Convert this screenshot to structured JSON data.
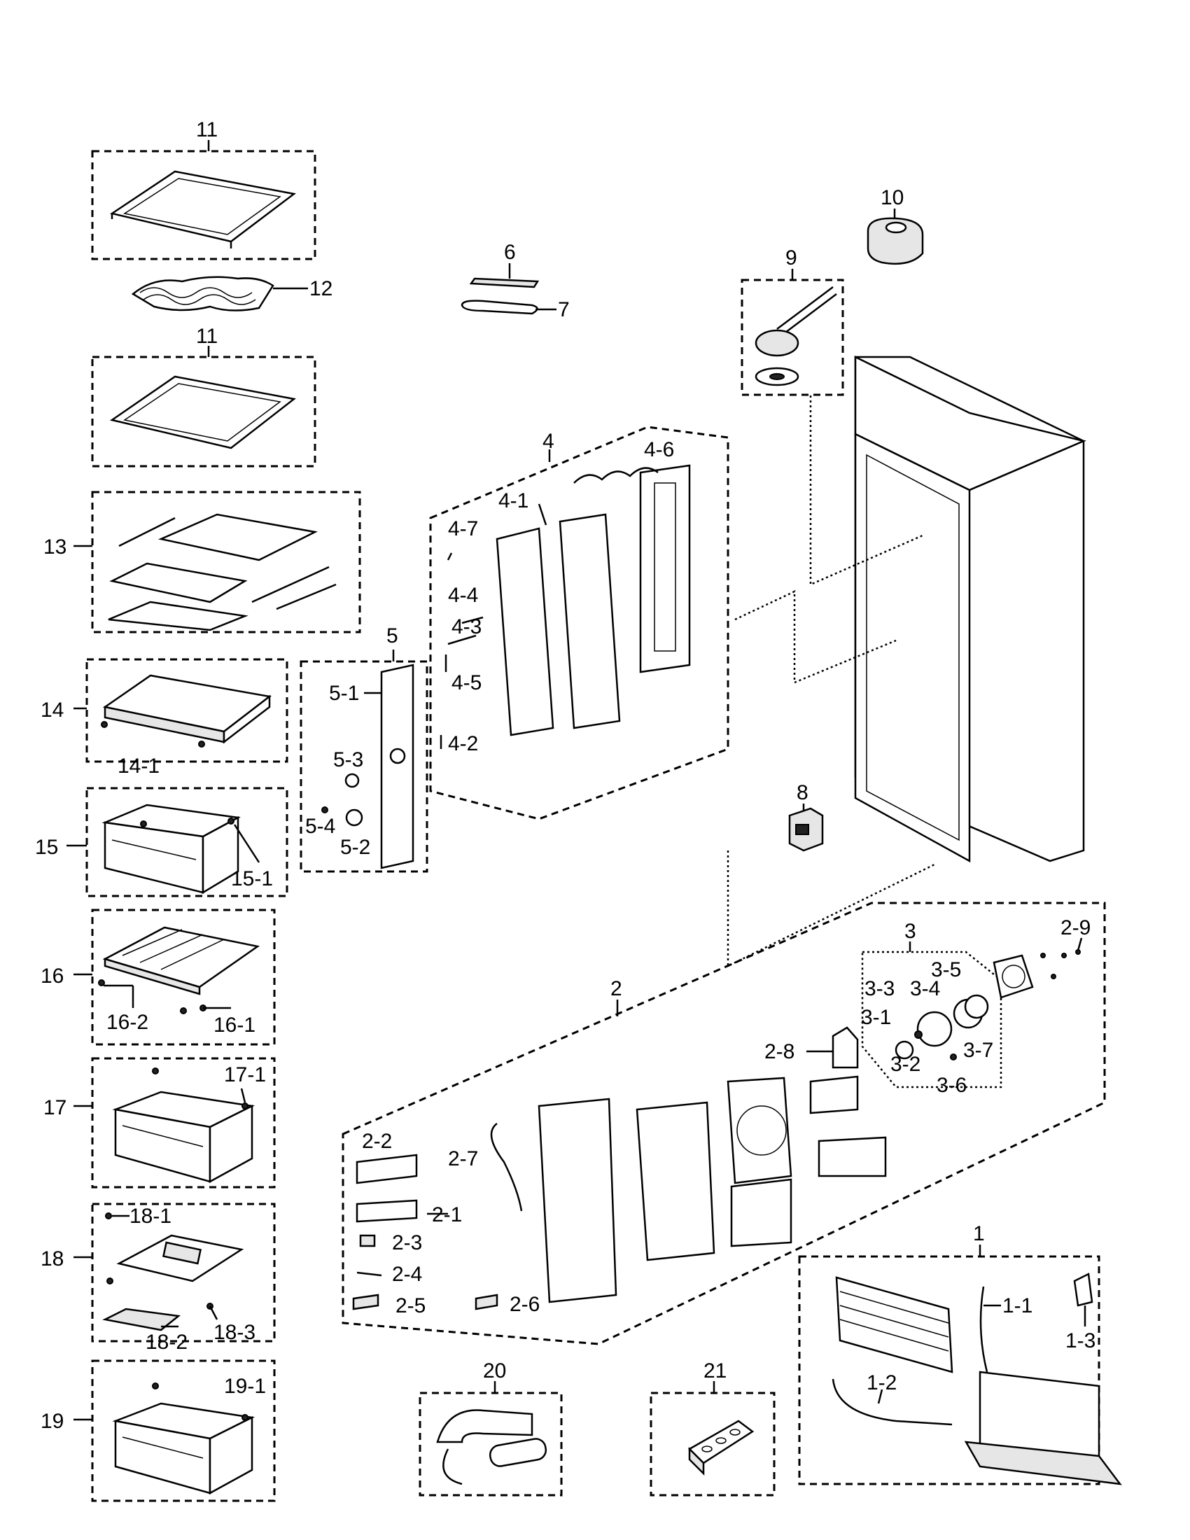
{
  "callouts": {
    "c1": "1",
    "c1_1": "1-1",
    "c1_2": "1-2",
    "c1_3": "1-3",
    "c2": "2",
    "c2_1": "2-1",
    "c2_2": "2-2",
    "c2_3": "2-3",
    "c2_4": "2-4",
    "c2_5": "2-5",
    "c2_6": "2-6",
    "c2_7": "2-7",
    "c2_8": "2-8",
    "c2_9": "2-9",
    "c3": "3",
    "c3_1": "3-1",
    "c3_2": "3-2",
    "c3_3": "3-3",
    "c3_4": "3-4",
    "c3_5": "3-5",
    "c3_6": "3-6",
    "c3_7": "3-7",
    "c4": "4",
    "c4_1": "4-1",
    "c4_2": "4-2",
    "c4_3": "4-3",
    "c4_4": "4-4",
    "c4_5": "4-5",
    "c4_6": "4-6",
    "c4_7": "4-7",
    "c5": "5",
    "c5_1": "5-1",
    "c5_2": "5-2",
    "c5_3": "5-3",
    "c5_4": "5-4",
    "c6": "6",
    "c7": "7",
    "c8": "8",
    "c9": "9",
    "c10": "10",
    "c11a": "11",
    "c11b": "11",
    "c12": "12",
    "c13": "13",
    "c14": "14",
    "c14_1": "14-1",
    "c15": "15",
    "c15_1": "15-1",
    "c16": "16",
    "c16_1": "16-1",
    "c16_2": "16-2",
    "c17": "17",
    "c17_1": "17-1",
    "c18": "18",
    "c18_1": "18-1",
    "c18_2": "18-2",
    "c18_3": "18-3",
    "c19": "19",
    "c19_1": "19-1",
    "c20": "20",
    "c21": "21"
  }
}
